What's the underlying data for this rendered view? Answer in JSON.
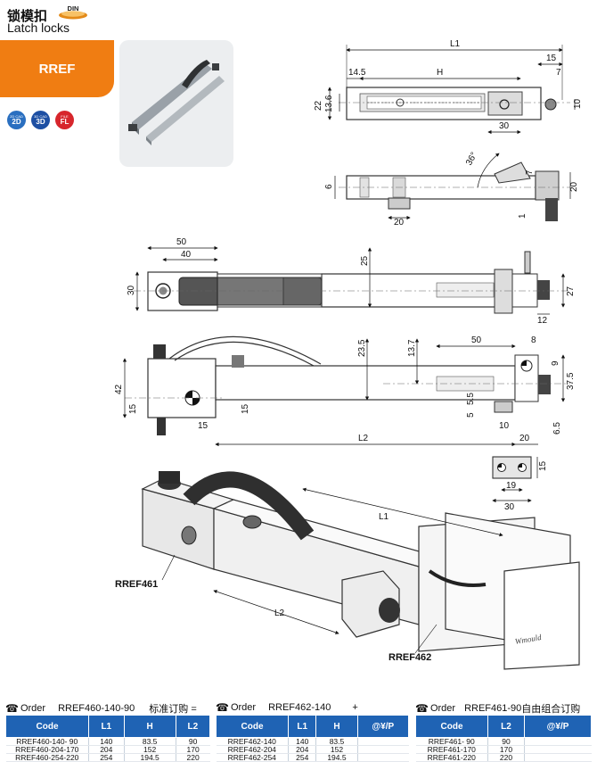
{
  "header": {
    "title_cn": "锁模扣",
    "title_en": "Latch locks",
    "din_badge": "DIN",
    "model": "RREF"
  },
  "format_icons": [
    {
      "code": "2D",
      "sub": "2D CAD",
      "color": "#2a6fc0"
    },
    {
      "code": "3D",
      "sub": "3D CAD",
      "color": "#1d4fa3"
    },
    {
      "code": "FL",
      "sub": "FILE",
      "color": "#d7262c"
    }
  ],
  "dimensions": {
    "top_view": {
      "L1": "L1",
      "d15": "15",
      "d14_5": "14.5",
      "H": "H",
      "d7": "7",
      "d22": "22",
      "d13_6": "13.6",
      "d10": "10",
      "d30": "30"
    },
    "side_view": {
      "angle": "36°",
      "d7": "7",
      "d6": "6",
      "d20": "20",
      "d20b": "20",
      "d1": "1"
    },
    "mid_top_view": {
      "d50": "50",
      "d40": "40",
      "d25": "25",
      "d30": "30",
      "d27": "27",
      "d12": "12"
    },
    "front_view": {
      "d23_5": "23.5",
      "d13_7": "13.7",
      "d50": "50",
      "d8": "8",
      "d9": "9",
      "d42": "42",
      "d37_5": "37.5",
      "d15a": "15",
      "d15b": "15",
      "d15c": "15",
      "d5_5": "5.5",
      "d5": "5",
      "d10": "10",
      "d6_5": "6.5",
      "L2": "L2",
      "d20": "20"
    },
    "bracket_view": {
      "d15": "15",
      "d19": "19",
      "d30": "30"
    }
  },
  "iso_view": {
    "L1": "L1",
    "L2": "L2",
    "callout_461": "RREF461",
    "callout_462": "RREF462",
    "brand": "Wmould"
  },
  "orders": [
    {
      "label": "Order",
      "example": "RREF460-140-90",
      "suffix": "标准订购 ="
    },
    {
      "label": "Order",
      "example": "RREF462-140",
      "suffix": "+"
    },
    {
      "label": "Order",
      "example": "RREF461-90",
      "suffix": "自由组合订购"
    }
  ],
  "table1": {
    "headers": [
      "Code",
      "L1",
      "H",
      "L2"
    ],
    "rows": [
      [
        "RREF460-140- 90",
        "140",
        "83.5",
        "90"
      ],
      [
        "RREF460-204-170",
        "204",
        "152",
        "170"
      ],
      [
        "RREF460-254-220",
        "254",
        "194.5",
        "220"
      ]
    ]
  },
  "table2": {
    "headers": [
      "Code",
      "L1",
      "H",
      "@¥/P"
    ],
    "rows": [
      [
        "RREF462-140",
        "140",
        "83.5",
        ""
      ],
      [
        "RREF462-204",
        "204",
        "152",
        ""
      ],
      [
        "RREF462-254",
        "254",
        "194.5",
        ""
      ]
    ]
  },
  "table3": {
    "headers": [
      "Code",
      "L2",
      "@¥/P"
    ],
    "rows": [
      [
        "RREF461- 90",
        "90",
        ""
      ],
      [
        "RREF461-170",
        "170",
        ""
      ],
      [
        "RREF461-220",
        "220",
        ""
      ]
    ]
  }
}
